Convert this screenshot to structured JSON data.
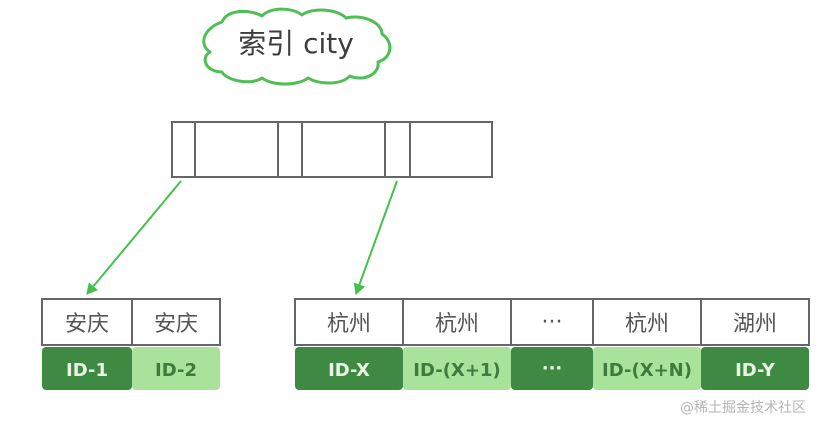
{
  "title": "索引 city",
  "colors": {
    "dark_green": "#3f8a43",
    "light_green": "#a9e29a",
    "arrow_green": "#45c14b",
    "cloud_stroke": "#4fbe55",
    "cell_stroke": "#666666"
  },
  "left_group": {
    "cities": [
      "安庆",
      "安庆"
    ],
    "ids": [
      "ID-1",
      "ID-2"
    ]
  },
  "right_group": {
    "cities": [
      "杭州",
      "杭州",
      "···",
      "杭州",
      "湖州"
    ],
    "ids": [
      "ID-X",
      "ID-(X+1)",
      "···",
      "ID-(X+N)",
      "ID-Y"
    ]
  },
  "watermark": "@稀土掘金技术社区"
}
